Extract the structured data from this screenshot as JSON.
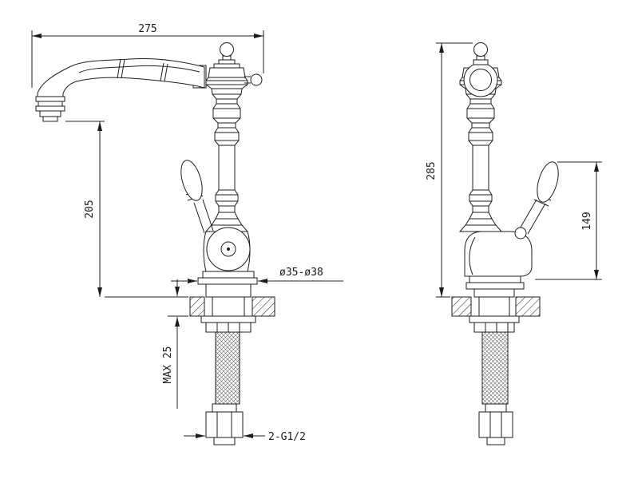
{
  "drawing": {
    "type": "faucet technical drawing, two orthographic views",
    "colors": {
      "background": "#ffffff",
      "line": "#1c1c1c",
      "braid_hatch": "#666666"
    }
  },
  "dimensions": {
    "spout_reach": "275",
    "spout_height": "205",
    "overall_height": "285",
    "handle_height": "149",
    "max_mounting_thickness": "MAX 25",
    "mounting_hole_diameter": "ø35-ø38",
    "connection_thread": "2-G1/2"
  }
}
